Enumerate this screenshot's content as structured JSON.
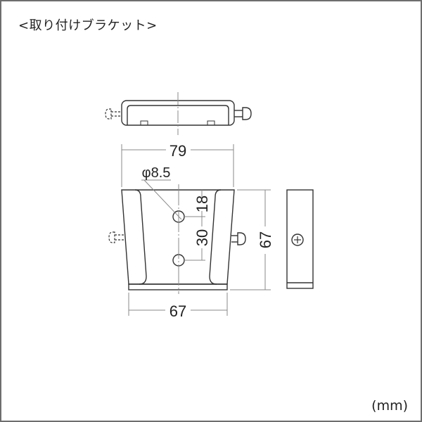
{
  "title": "<取り付けブラケット>",
  "unit_label": "(mm)",
  "views": {
    "top_view": {
      "name": "top view of bracket with pin"
    },
    "front_view": {
      "name": "front view of bracket"
    },
    "side_view": {
      "name": "side view of bracket"
    }
  },
  "dimensions": {
    "top_width": "79",
    "hole_diameter": "φ8.5",
    "hole_top_offset": "18",
    "hole_spacing": "30",
    "height": "67",
    "bottom_width": "67"
  },
  "colors": {
    "line": "#333333",
    "dim_line": "#888888",
    "frame": "#6e6e6e"
  }
}
